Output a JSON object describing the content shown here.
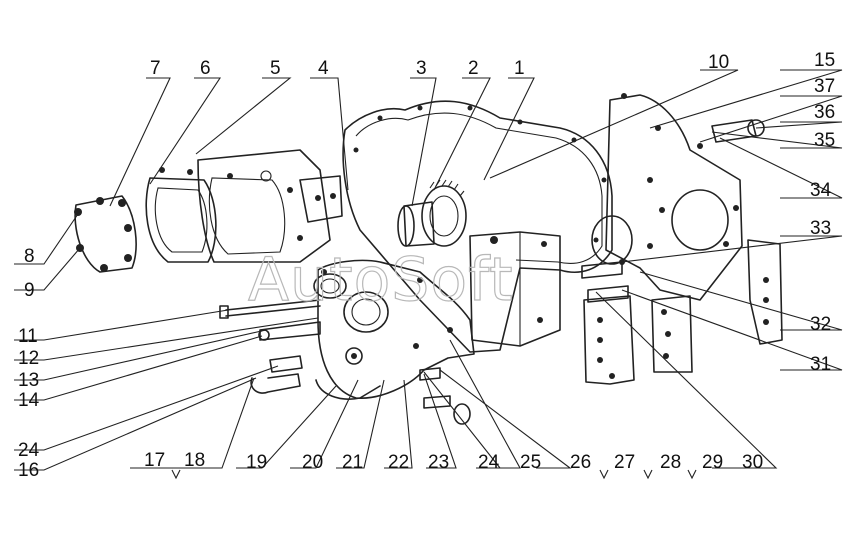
{
  "watermark": "AutoSoft",
  "callouts": [
    {
      "id": "7",
      "label": "7"
    },
    {
      "id": "6",
      "label": "6"
    },
    {
      "id": "5",
      "label": "5"
    },
    {
      "id": "4",
      "label": "4"
    },
    {
      "id": "3",
      "label": "3"
    },
    {
      "id": "2",
      "label": "2"
    },
    {
      "id": "1",
      "label": "1"
    },
    {
      "id": "10",
      "label": "10"
    },
    {
      "id": "15",
      "label": "15"
    },
    {
      "id": "37",
      "label": "37"
    },
    {
      "id": "36",
      "label": "36"
    },
    {
      "id": "35",
      "label": "35"
    },
    {
      "id": "34",
      "label": "34"
    },
    {
      "id": "33",
      "label": "33"
    },
    {
      "id": "32",
      "label": "32"
    },
    {
      "id": "31",
      "label": "31"
    },
    {
      "id": "30",
      "label": "30"
    },
    {
      "id": "29",
      "label": "29"
    },
    {
      "id": "28",
      "label": "28"
    },
    {
      "id": "27",
      "label": "27"
    },
    {
      "id": "26",
      "label": "26"
    },
    {
      "id": "25",
      "label": "25"
    },
    {
      "id": "24b",
      "label": "24"
    },
    {
      "id": "23",
      "label": "23"
    },
    {
      "id": "22",
      "label": "22"
    },
    {
      "id": "21",
      "label": "21"
    },
    {
      "id": "20",
      "label": "20"
    },
    {
      "id": "19",
      "label": "19"
    },
    {
      "id": "18",
      "label": "18"
    },
    {
      "id": "17",
      "label": "17"
    },
    {
      "id": "16",
      "label": "16"
    },
    {
      "id": "24a",
      "label": "24"
    },
    {
      "id": "14",
      "label": "14"
    },
    {
      "id": "13",
      "label": "13"
    },
    {
      "id": "12",
      "label": "12"
    },
    {
      "id": "11",
      "label": "11"
    },
    {
      "id": "9",
      "label": "9"
    },
    {
      "id": "8",
      "label": "8"
    }
  ]
}
